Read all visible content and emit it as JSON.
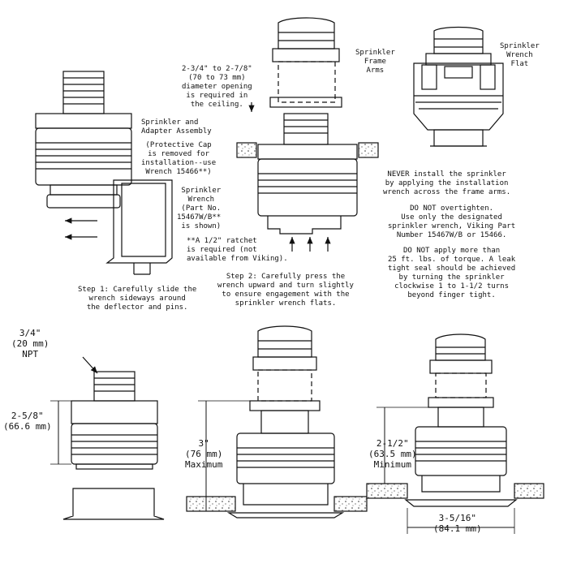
{
  "drawing": {
    "step1_assembly": "Sprinkler and\nAdapter Assembly",
    "step1_cap_note": "(Protective Cap\nis removed for\ninstallation--use\nWrench 15466**)",
    "step1_wrench": "Sprinkler\nWrench\n(Part No.\n15467W/B** \nis shown)",
    "ratchet_note": "**A 1/2\" ratchet\nis required (not\navailable from Viking).",
    "step1_caption": "Step 1: Carefully slide the\nwrench sideways around\nthe deflector and pins.",
    "step2_opening": "2-3/4\" to 2-7/8\"\n(70 to 73 mm)\ndiameter opening\nis required in\nthe ceiling.",
    "step2_caption": "Step 2: Carefully press the\nwrench upward and turn slightly\nto ensure engagement with the\nsprinkler wrench flats.",
    "frame_arms": "Sprinkler\nFrame\nArms",
    "wrench_flat": "Sprinkler\nWrench\nFlat",
    "never_note": "NEVER install the sprinkler\nby applying the installation\nwrench across the frame arms.",
    "overtighten_note": "DO NOT overtighten.\nUse only the designated\nsprinkler wrench, Viking Part\nNumber 15467W/B or 15466.",
    "torque_note": "DO NOT apply more than\n25 ft. lbs. of torque. A leak\ntight seal should be achieved\nby turning the sprinkler\nclockwise 1 to 1-1/2 turns\nbeyond finger tight.",
    "npt_dim": "3/4\"\n(20 mm)\nNPT",
    "height_dim": "2-5/8\"\n(66.6 mm)",
    "max_dim": "3\"\n(76 mm)\nMaximum",
    "min_dim": "2-1/2\"\n(63.5 mm)\nMinimum",
    "escutcheon_dim": "3-5/16\"\n(84.1 mm)"
  }
}
